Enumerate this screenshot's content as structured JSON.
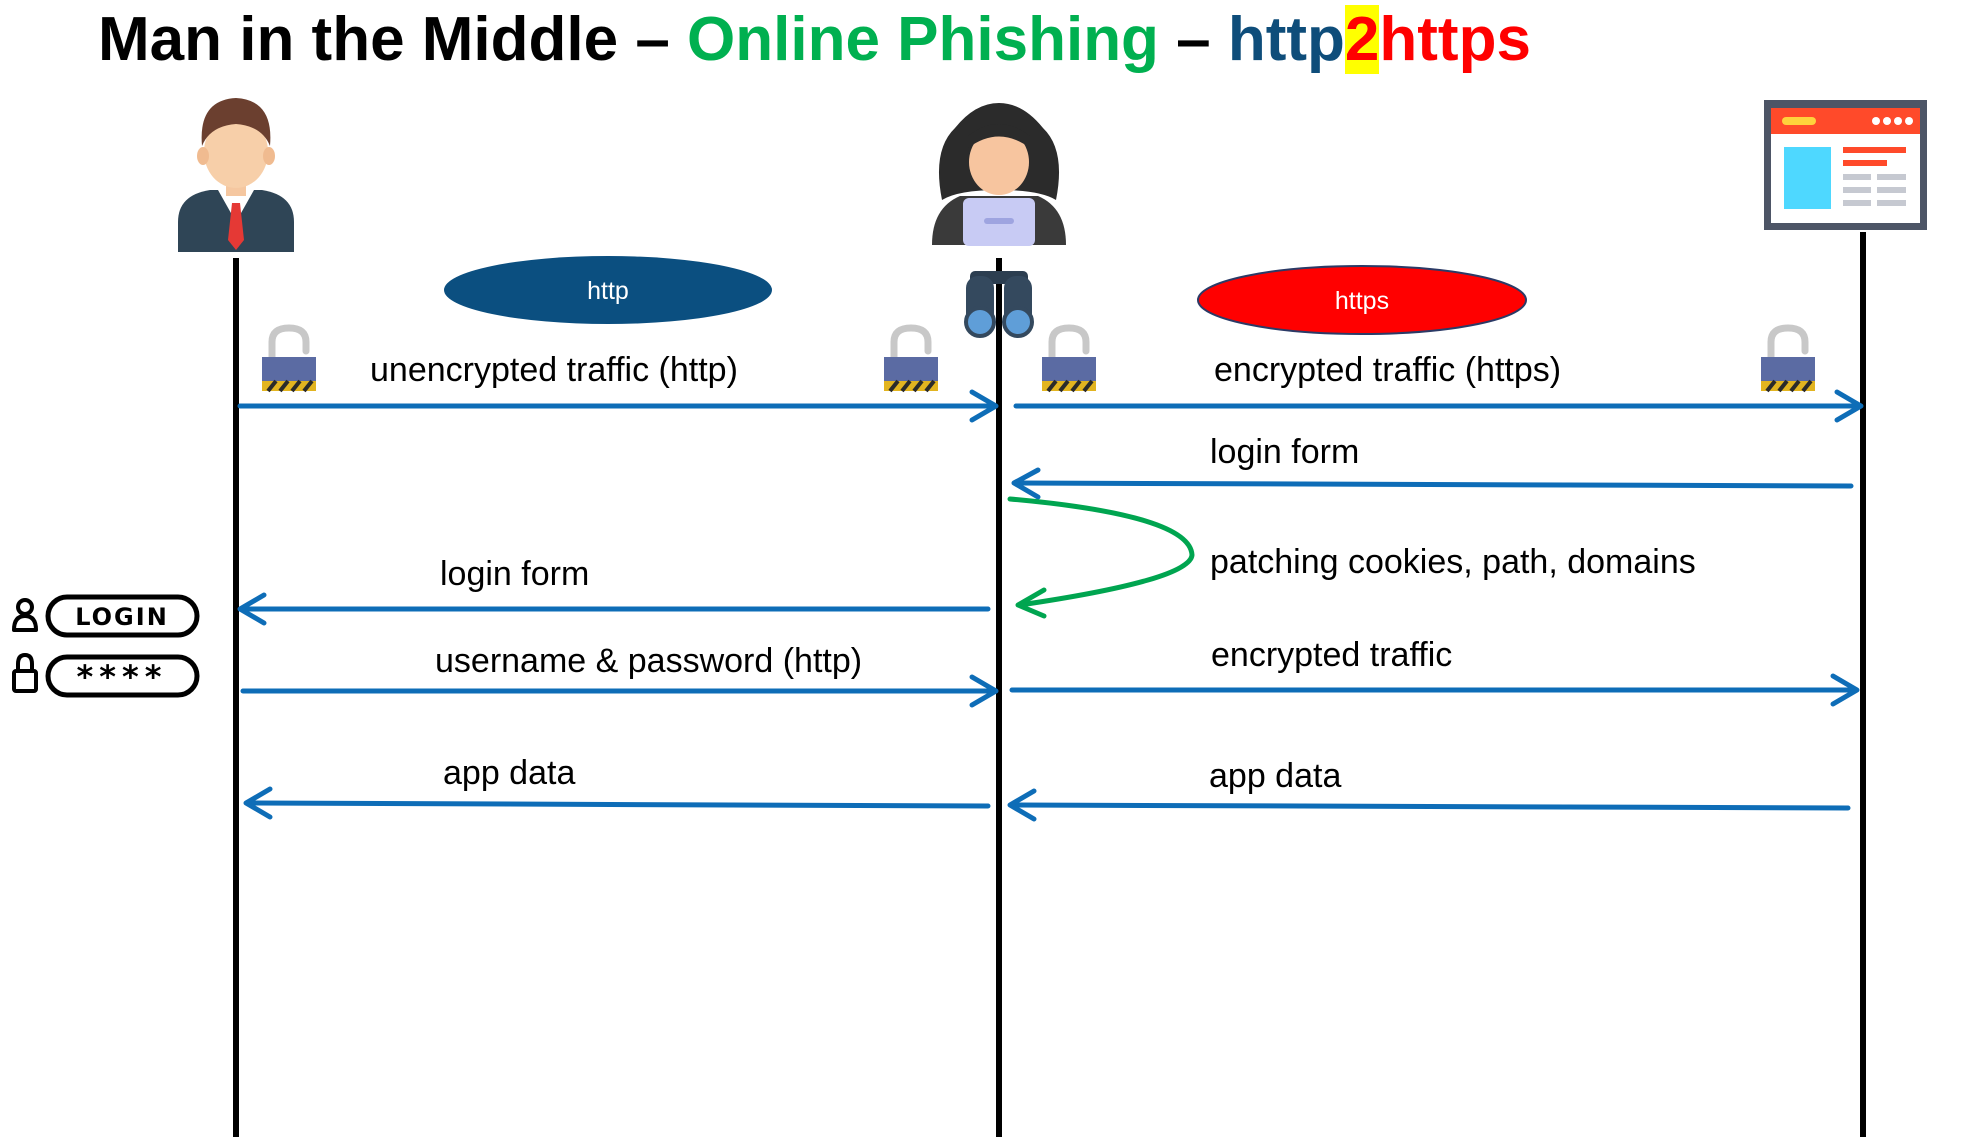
{
  "title": {
    "part1": "Man in the Middle – ",
    "part2": "Online Phishing",
    "part3": " – ",
    "part4": "http",
    "part5": "2",
    "part6": "https"
  },
  "colors": {
    "title_black": "#000000",
    "title_green": "#00b050",
    "title_blue": "#0e4d7a",
    "title_red": "#ff0000",
    "highlight": "#ffff00",
    "arrow_blue": "#0e6db7",
    "curve_green": "#00a550",
    "http_pill": "#0b4f80",
    "https_pill": "#ff0000"
  },
  "actors": {
    "user": {
      "icon": "user-person-icon"
    },
    "attacker": {
      "icon": "hacker-hooded-icon",
      "accessory": "binoculars-icon"
    },
    "server": {
      "icon": "website-browser-icon"
    }
  },
  "protocol_badges": {
    "http": "http",
    "https": "https"
  },
  "messages": {
    "m1": "unencrypted traffic (http)",
    "m2": "encrypted traffic (https)",
    "m3": "login form",
    "m4": "patching cookies, path, domains",
    "m5": "login form",
    "m6": "username & password (http)",
    "m7": "encrypted traffic",
    "m8": "app data",
    "m9": "app data"
  },
  "login_widget": {
    "login_text": "LOGIN",
    "password_text": "****"
  },
  "locks": {
    "icon": "padlock-icon"
  }
}
